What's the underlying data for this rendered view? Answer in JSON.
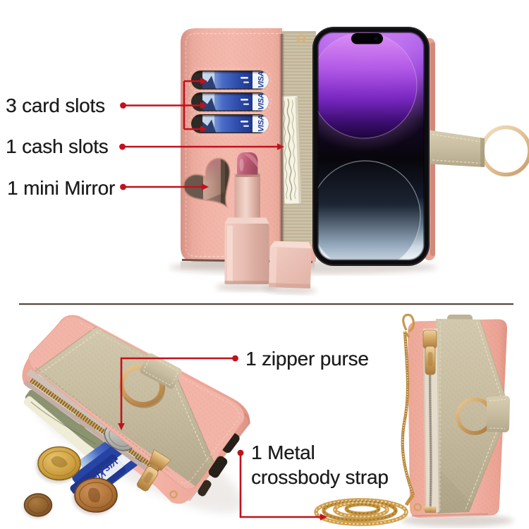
{
  "page": {
    "background": "#ffffff",
    "divider_color": "#55483d"
  },
  "annotations": {
    "line_color": "#c3101d",
    "text_color": "#1d1d1d",
    "top": [
      {
        "id": "card-slots",
        "label": "3 card slots"
      },
      {
        "id": "cash-slots",
        "label": "1 cash slots"
      },
      {
        "id": "mini-mirror",
        "label": "1 mini Mirror"
      }
    ],
    "bottom": [
      {
        "id": "zipper-purse",
        "label": "1 zipper purse"
      },
      {
        "id": "crossbody-strap",
        "label_line1": "1 Metal",
        "label_line2": "crossbody strap"
      }
    ]
  },
  "product": {
    "card_brand": "VISA",
    "colors": {
      "pink_leather": "#f2b4a7",
      "khaki_leather": "#c7bc9f",
      "gold_hardware": "#d2a360",
      "screen_purple": "#a043e0",
      "card_blue": "#2c4aa8"
    }
  }
}
